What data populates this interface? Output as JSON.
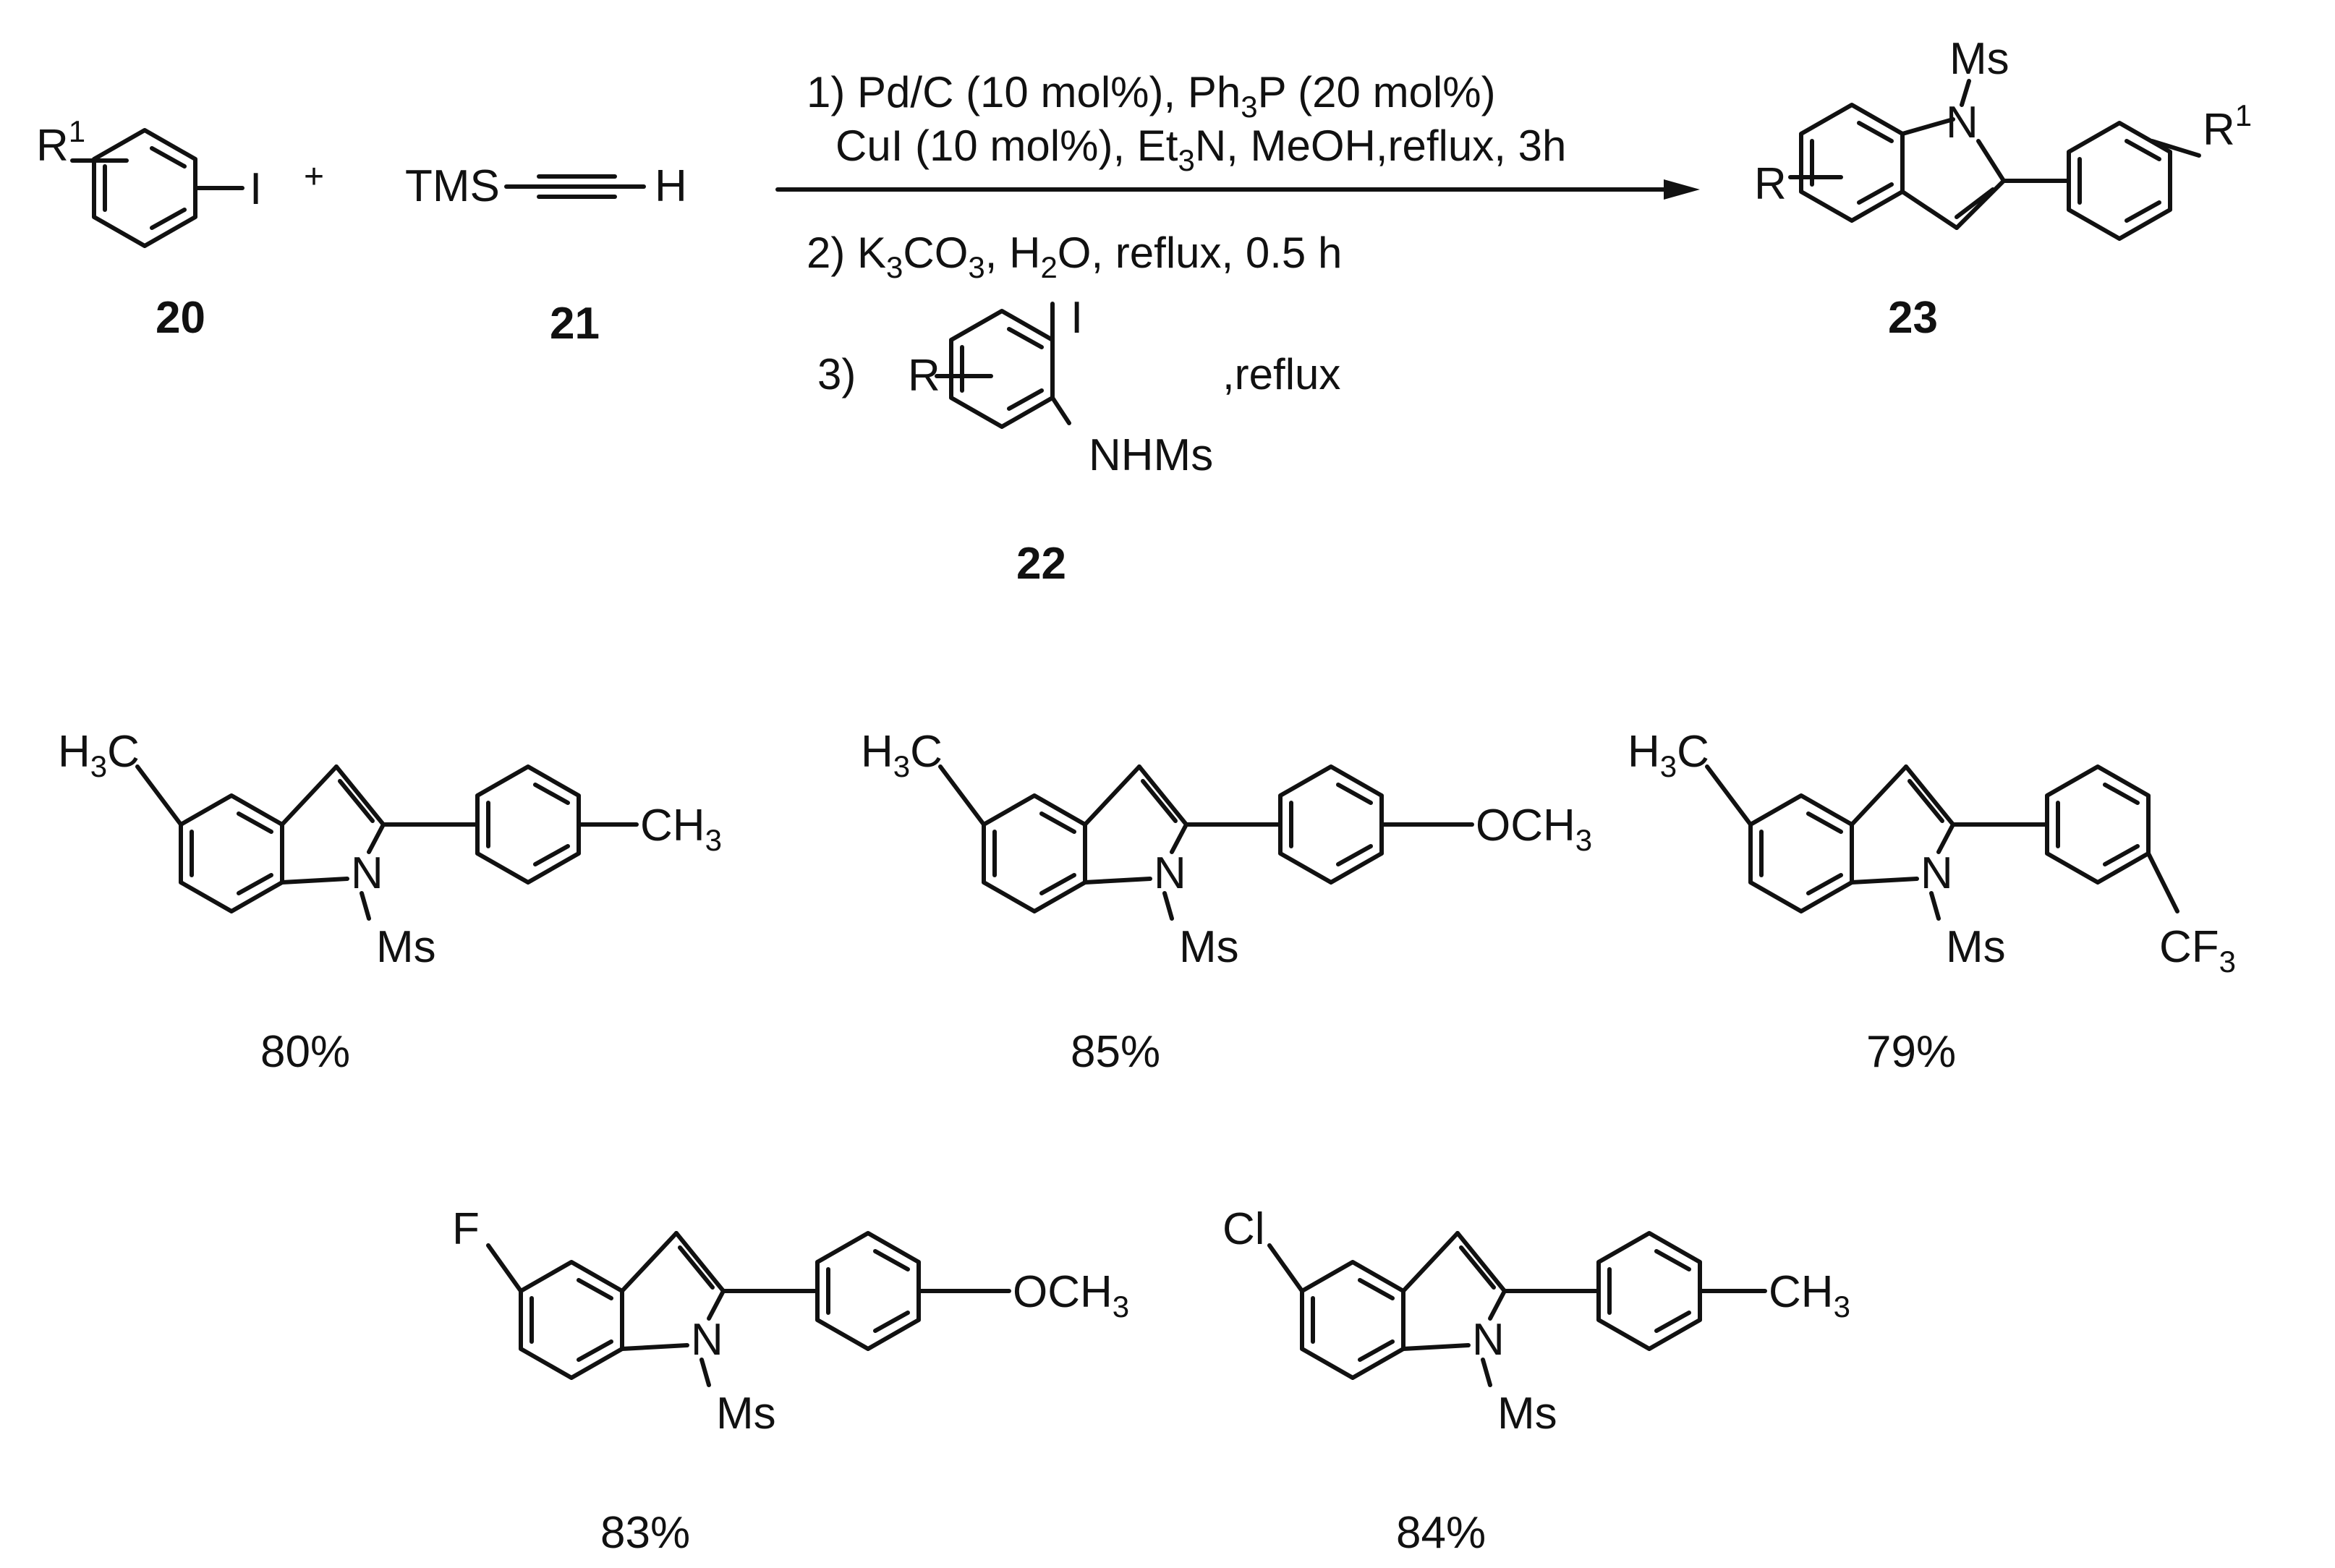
{
  "reaction": {
    "compounds": {
      "c20": {
        "number": "20",
        "substituent": "R",
        "substituent_sup": "1",
        "leaving_group": "I"
      },
      "c21": {
        "number": "21",
        "left": "TMS",
        "right": "H"
      },
      "c22": {
        "number": "22",
        "top": "I",
        "bottom": "NHMs",
        "substituent": "R"
      },
      "c23": {
        "number": "23",
        "n_label": "N",
        "n_group": "Ms",
        "left_substituent": "R",
        "right_substituent": "R",
        "right_substituent_sup": "1"
      }
    },
    "plus": "+",
    "conditions": {
      "step1_line1": {
        "a": "1) Pd/C (10 mol%), Ph",
        "a_sub": "3",
        "b": "P (20 mol%)"
      },
      "step1_line2": {
        "a": "CuI (10 mol%), Et",
        "a_sub": "3",
        "b": "N, MeOH,reflux, 3h"
      },
      "step2": {
        "a": "2) K",
        "a_sub": "3",
        "b": "CO",
        "b_sub": "3",
        "c": ", H",
        "c_sub": "2",
        "d": "O, reflux, 0.5 h"
      },
      "step3_prefix": "3)",
      "step3_suffix": ",reflux"
    }
  },
  "products": [
    {
      "substituent5": "H",
      "substituent5_sub": "3",
      "substituent5_b": "C",
      "aryl_group": "CH",
      "aryl_group_sub": "3",
      "n_label": "N",
      "n_group": "Ms",
      "yield": "80%"
    },
    {
      "substituent5": "H",
      "substituent5_sub": "3",
      "substituent5_b": "C",
      "aryl_group": "OCH",
      "aryl_group_sub": "3",
      "n_label": "N",
      "n_group": "Ms",
      "yield": "85%"
    },
    {
      "substituent5": "H",
      "substituent5_sub": "3",
      "substituent5_b": "C",
      "aryl_group": "CF",
      "aryl_group_sub": "3",
      "n_label": "N",
      "n_group": "Ms",
      "yield": "79%"
    },
    {
      "substituent5": "F",
      "aryl_group": "OCH",
      "aryl_group_sub": "3",
      "n_label": "N",
      "n_group": "Ms",
      "yield": "83%"
    },
    {
      "substituent5": "Cl",
      "aryl_group": "CH",
      "aryl_group_sub": "3",
      "n_label": "N",
      "n_group": "Ms",
      "yield": "84%"
    }
  ]
}
